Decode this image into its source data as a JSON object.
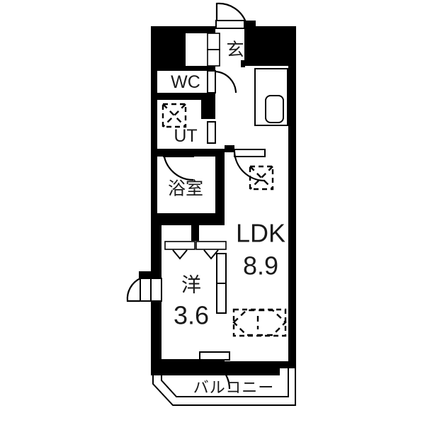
{
  "plan": {
    "kind": "floor-plan",
    "unit_layout_code": "1LDK",
    "background_color": "#ffffff",
    "wall_color": "#000000",
    "line_color": "#1a1a1a",
    "rooms": [
      {
        "id": "entrance",
        "label": "玄",
        "name": "entrance-hall"
      },
      {
        "id": "wc",
        "label": "WC",
        "name": "toilet"
      },
      {
        "id": "ut",
        "label": "UT",
        "name": "utility"
      },
      {
        "id": "bath",
        "label": "浴室",
        "name": "bathroom"
      },
      {
        "id": "ldk",
        "label": "LDK",
        "size": "8.9",
        "name": "living-dining-kitchen"
      },
      {
        "id": "western",
        "label": "洋",
        "size": "3.6",
        "name": "western-room"
      },
      {
        "id": "balcony",
        "label": "バルコニー",
        "name": "balcony"
      }
    ],
    "fixtures": [
      {
        "id": "entrance-door",
        "type": "swing-door"
      },
      {
        "id": "wc-door",
        "type": "swing-door"
      },
      {
        "id": "bath-door",
        "type": "swing-door"
      },
      {
        "id": "ut-door",
        "type": "swing-door"
      },
      {
        "id": "balcony-door",
        "type": "swing-door"
      },
      {
        "id": "closet",
        "type": "folding-door-closet"
      },
      {
        "id": "bathtub",
        "type": "tub"
      },
      {
        "id": "washer-space",
        "type": "dashed-square"
      },
      {
        "id": "kitchen-stove",
        "type": "dashed-square"
      },
      {
        "id": "ldk-fixture",
        "type": "dashed-rect-ellipse"
      },
      {
        "id": "window-west",
        "type": "sliding-window"
      },
      {
        "id": "window-east",
        "type": "sliding-window"
      }
    ]
  },
  "labels": {
    "entrance": "玄",
    "wc": "WC",
    "ut": "UT",
    "bath": "浴室",
    "ldk_name": "LDK",
    "ldk_size": "8.9",
    "western_name": "洋",
    "western_size": "3.6",
    "balcony": "バルコニー"
  }
}
